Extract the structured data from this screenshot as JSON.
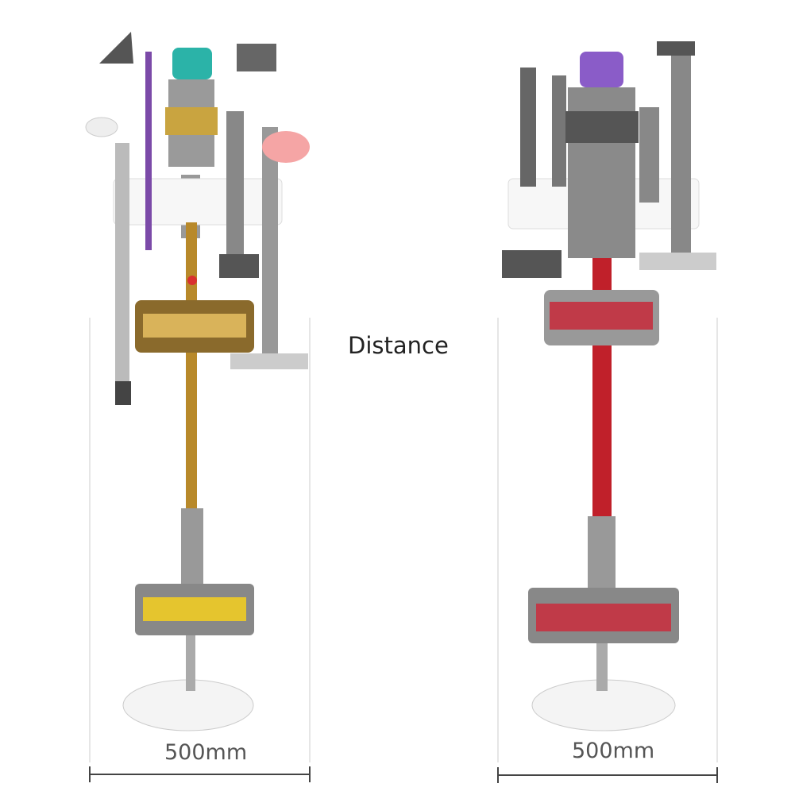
{
  "label_distance": "Distance",
  "left_stand": {
    "width_label": "500mm",
    "wand_color": "#b8892a",
    "bin_color": "#2bb3a8"
  },
  "right_stand": {
    "width_label": "500mm",
    "wand_color": "#c0202a",
    "bin_color": "#8a5cc8"
  }
}
